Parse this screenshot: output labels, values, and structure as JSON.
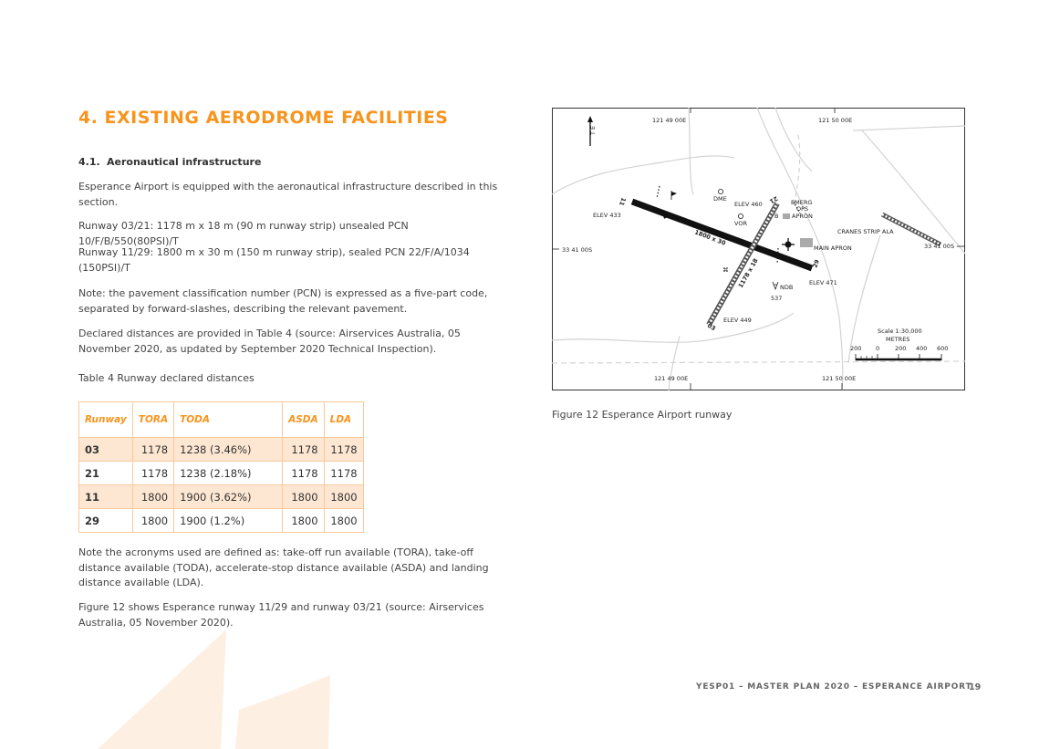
{
  "heading": "4. EXISTING AERODROME FACILITIES",
  "subheading": {
    "number": "4.1.",
    "title": "Aeronautical infrastructure"
  },
  "paragraphs": {
    "p1": "Esperance Airport is equipped with the aeronautical infrastructure described in this section.",
    "p2": "Runway 03/21: 1178 m x 18 m (90 m runway strip) unsealed PCN 10/F/B/550(80PSI)/T",
    "p3": "Runway 11/29: 1800 m x 30 m (150 m runway strip), sealed PCN 22/F/A/1034 (150PSI)/T",
    "p4": "Note: the pavement classification number (PCN) is expressed as a five-part code, separated by forward-slashes, describing the relevant pavement.",
    "p5": "Declared distances are provided in Table 4 (source: Airservices Australia, 05 November 2020, as updated by September 2020 Technical Inspection).",
    "p6": "Table 4 Runway declared distances",
    "p7": "Note the acronyms used are defined as: take-off run available (TORA), take-off distance available (TODA), accelerate-stop distance available (ASDA) and landing distance available (LDA).",
    "p8": "Figure 12 shows Esperance runway 11/29 and runway 03/21 (source: Airservices Australia, 05 November 2020)."
  },
  "table": {
    "headers": [
      "Runway",
      "TORA",
      "TODA",
      "ASDA",
      "LDA"
    ],
    "rows": [
      [
        "03",
        "1178",
        "1238 (3.46%)",
        "1178",
        "1178"
      ],
      [
        "21",
        "1178",
        "1238 (2.18%)",
        "1178",
        "1178"
      ],
      [
        "11",
        "1800",
        "1900 (3.62%)",
        "1800",
        "1800"
      ],
      [
        "29",
        "1800",
        "1900 (1.2%)",
        "1800",
        "1800"
      ]
    ]
  },
  "map": {
    "coords": {
      "top_left": "121 49 00E",
      "top_right": "121 50 00E",
      "bottom_left": "121 49 00E",
      "bottom_right": "121 50 00E",
      "left_lat": "33 41 00S",
      "right_lat": "33 41 00S"
    },
    "north": "T E",
    "labels": {
      "elev433": "ELEV 433",
      "elev460": "ELEV 460",
      "elev471": "ELEV 471",
      "elev449": "ELEV 449",
      "dme": "DME",
      "vor": "VOR",
      "emerg": "EMERG",
      "ops": "OPS",
      "apron": "APRON",
      "main_apron": "MAIN APRON",
      "cranes": "CRANES STRIP ALA",
      "ndb": "NDB",
      "ndb_num": "537",
      "rwy_main": "1800 x 30",
      "rwy_cross": "1178 x 18",
      "rwy11": "11",
      "rwy29": "29",
      "rwy21": "21",
      "rwy03": "03"
    },
    "scale": {
      "title": "Scale 1:30,000",
      "unit": "METRES",
      "ticks": [
        "200",
        "0",
        "200",
        "400",
        "600"
      ]
    }
  },
  "caption": "Figure 12 Esperance Airport runway",
  "footer": "YESP01 – MASTER PLAN 2020 – ESPERANCE AIRPORT",
  "page_number": "19",
  "colors": {
    "accent": "#f7941d",
    "table_border": "#f8c99a",
    "row_shade": "#fde7d2"
  }
}
